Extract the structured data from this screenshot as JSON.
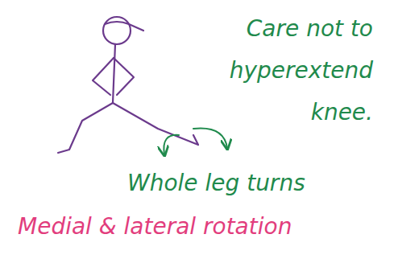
{
  "diagram": {
    "labels": [
      "Care not to hyperextend knee.",
      "Whole leg turns",
      "Medial & lateral rotation"
    ]
  }
}
